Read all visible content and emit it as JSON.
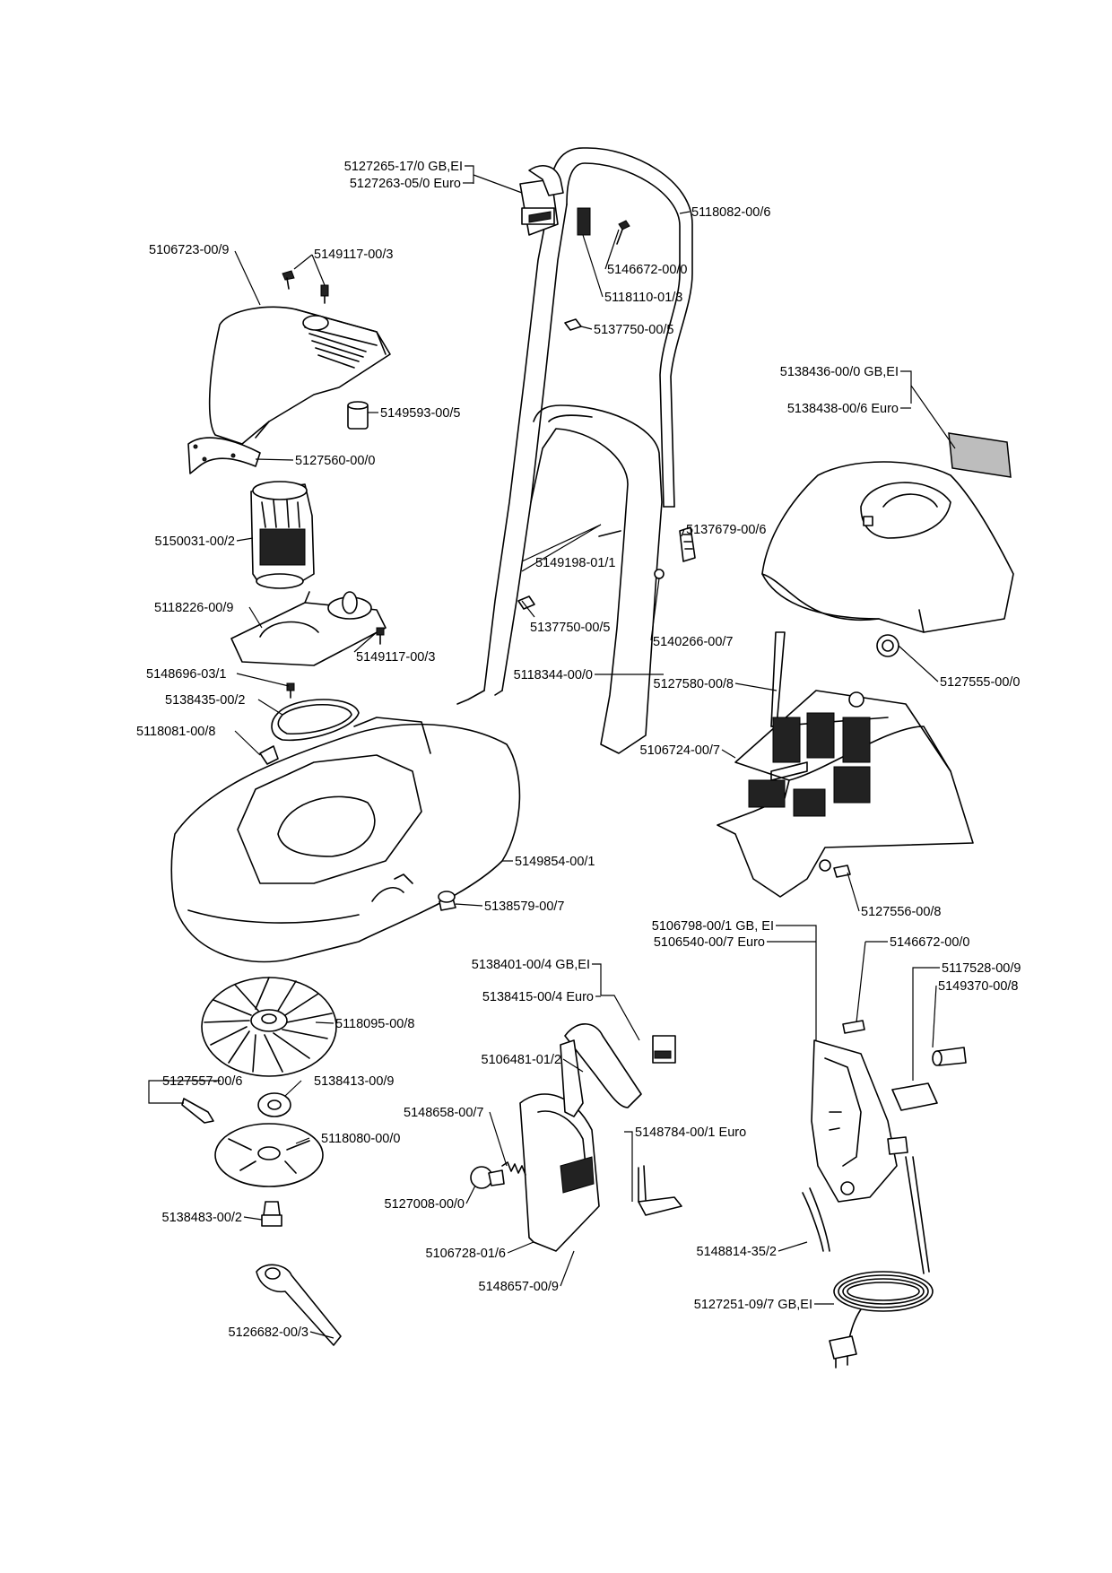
{
  "labels": {
    "handle_switch_gb": "5127265-17/0 GB,EI",
    "handle_switch_euro": "5127263-05/0 Euro",
    "upper_handle": "5118082-00/6",
    "motor_hood": "5106723-00/9",
    "screw_top": "5149117-00/3",
    "screw_handle": "5146672-00/0",
    "cable_clip": "5118110-01/3",
    "clamp_upper": "5137750-00/5",
    "sticker_gb": "5138436-00/0 GB,EI",
    "sticker_euro": "5138438-00/6 Euro",
    "spacer": "5149593-00/5",
    "hood_seal": "5127560-00/0",
    "motor": "5150031-00/2",
    "bolt": "5149198-01/1",
    "handle_clip": "5137679-00/6",
    "rear_cover": "5127555-00/0",
    "motor_plate": "5118226-00/9",
    "screw_plate": "5149117-00/3",
    "clamp_lower": "5137750-00/5",
    "washer": "5140266-00/7",
    "screw_small": "5148696-03/1",
    "lower_handle": "5118344-00/0",
    "rod": "5127580-00/8",
    "belt": "5138435-00/2",
    "clip": "5118081-00/8",
    "grass_box": "5106724-00/7",
    "housing": "5149854-00/1",
    "pivot_pin": "5138579-00/7",
    "box_pin": "5127556-00/8",
    "switch_box_gb": "5106798-00/1 GB, EI",
    "switch_box_euro": "5106540-00/7 Euro",
    "screw_box": "5146672-00/0",
    "cable_gb": "5138401-00/4 GB,EI",
    "cable_euro": "5138415-00/4 Euro",
    "bracket": "5117528-00/9",
    "pin_right": "5149370-00/8",
    "fan": "5118095-00/8",
    "handle_grip": "5106481-01/2",
    "spanner_clip": "5127557-00/6",
    "bearing": "5138413-00/9",
    "spring": "5148658-00/7",
    "blade": "5118080-00/0",
    "plug_euro": "5148784-00/1 Euro",
    "knob": "5127008-00/0",
    "blade_bolt": "5138483-00/2",
    "switch_cover": "5106728-01/6",
    "wire": "5148814-35/2",
    "switch_cover_part": "5148657-00/9",
    "mains_cable": "5127251-09/7 GB,EI",
    "spanner": "5126682-00/3"
  }
}
